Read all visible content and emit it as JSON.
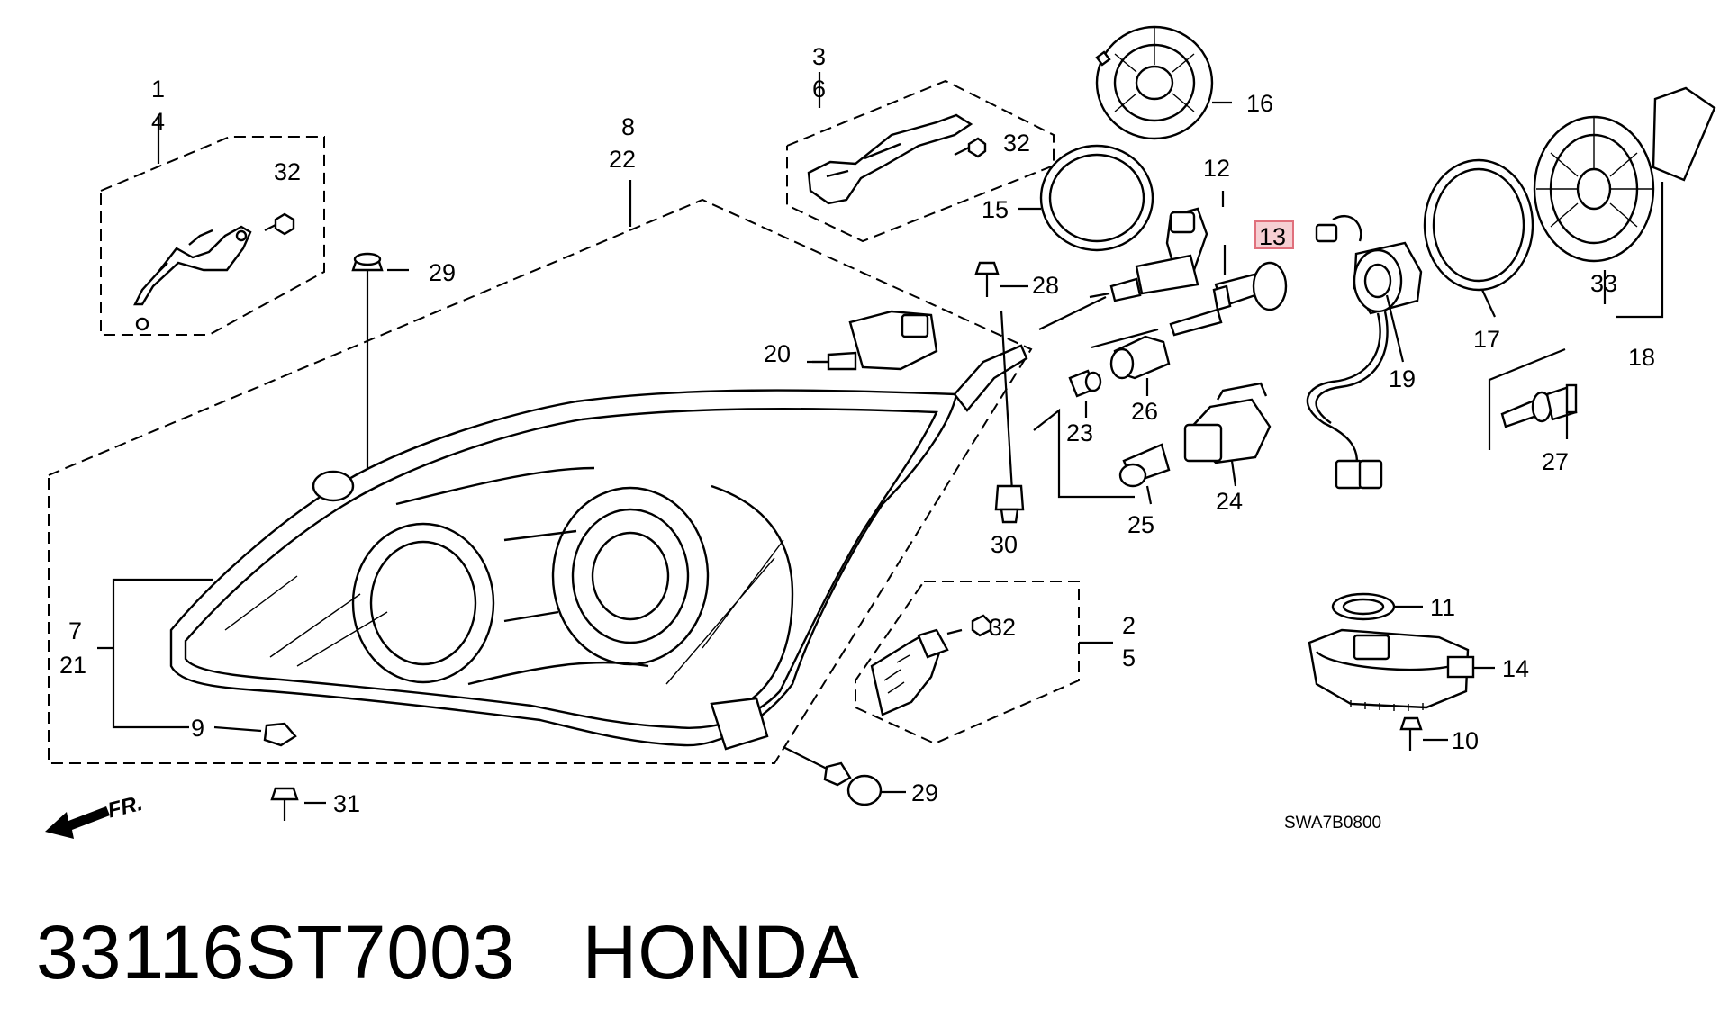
{
  "labels": {
    "l1": "1",
    "l4": "4",
    "l32a": "32",
    "l29a": "29",
    "l3": "3",
    "l6": "6",
    "l32b": "32",
    "l8": "8",
    "l22": "22",
    "l16": "16",
    "l15": "15",
    "l12": "12",
    "l13": "13",
    "l28": "28",
    "l20": "20",
    "l17": "17",
    "l33": "33",
    "l18": "18",
    "l19": "19",
    "l23": "23",
    "l26": "26",
    "l24": "24",
    "l25": "25",
    "l27": "27",
    "l30": "30",
    "l7": "7",
    "l21": "21",
    "l9": "9",
    "l2": "2",
    "l5": "5",
    "l32c": "32",
    "l11": "11",
    "l14": "14",
    "l10": "10",
    "l29b": "29",
    "l31": "31"
  },
  "diagram_code": "SWA7B0800",
  "front_marker": "FR.",
  "footer": {
    "part_number": "33116ST7003",
    "brand": "HONDA"
  },
  "highlight_color": "#f6cfd3",
  "icons": {
    "front_arrow": "fr-arrow-icon"
  }
}
